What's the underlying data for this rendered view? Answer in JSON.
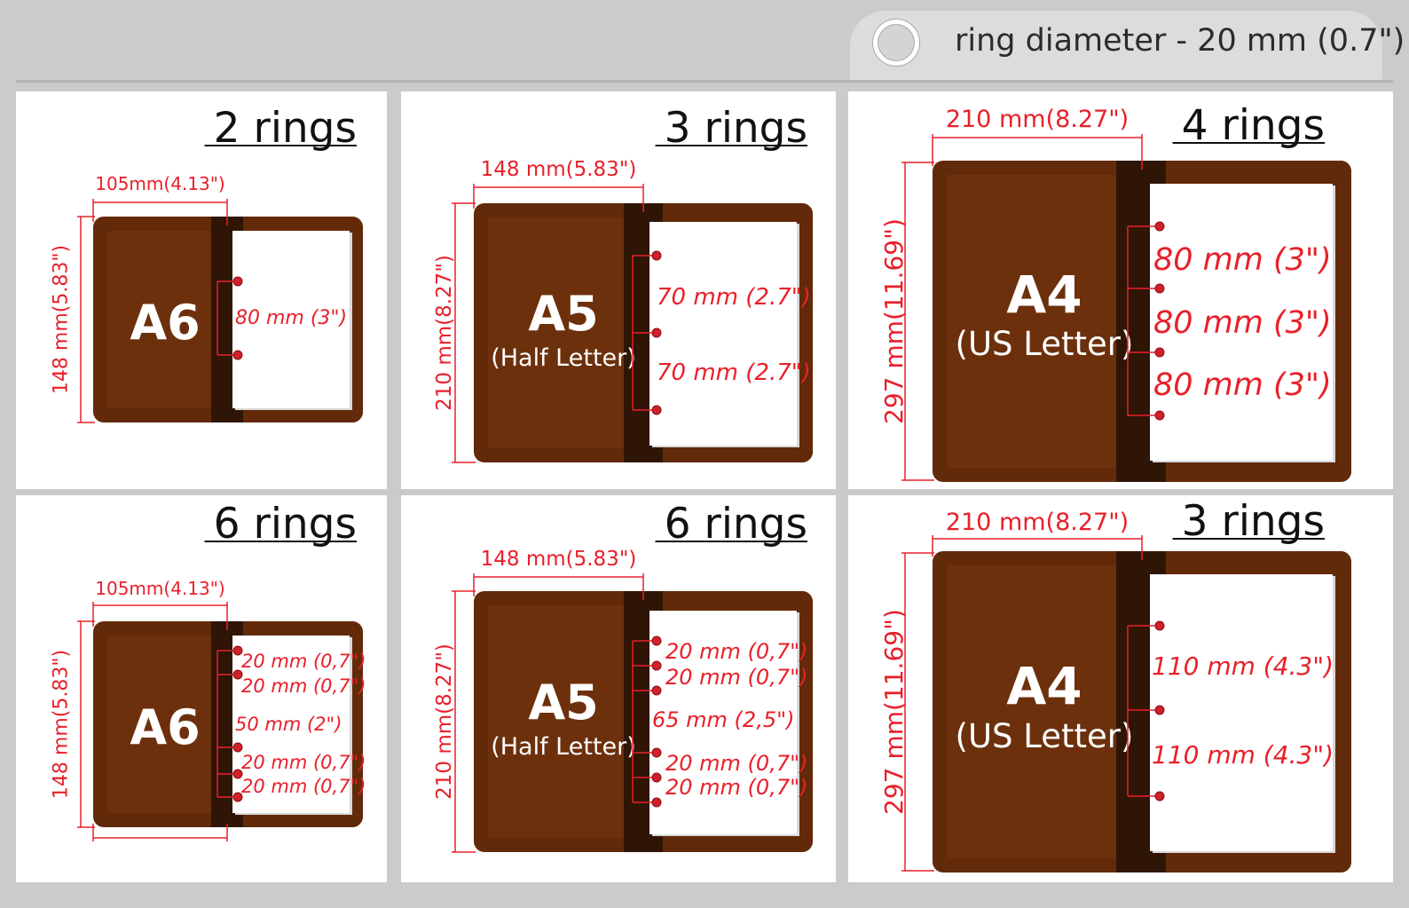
{
  "legend": {
    "text": "ring diameter - 20 mm (0.7\")",
    "icon": "ring-icon"
  },
  "colors": {
    "cover": "#6a2e0b",
    "cover_inner": "#622a09",
    "spine": "#2f1505",
    "dimension": "#e8202a",
    "ring": "#d0202a"
  },
  "panels": [
    {
      "id": "a6-2-rings",
      "title": "2 rings",
      "size": "A6",
      "subtitle": "",
      "width_label": "105mm(4.13\")",
      "height_label": "148 mm(5.83\")",
      "rings": 2,
      "spacing_labels": [
        "80 mm (3\")"
      ]
    },
    {
      "id": "a5-3-rings",
      "title": "3 rings",
      "size": "A5",
      "subtitle": "(Half Letter)",
      "width_label": "148 mm(5.83\")",
      "height_label": "210 mm(8.27\")",
      "rings": 3,
      "spacing_labels": [
        "70 mm (2.7\")",
        "70 mm (2.7\")"
      ]
    },
    {
      "id": "a4-4-rings",
      "title": "4 rings",
      "size": "A4",
      "subtitle": "(US Letter)",
      "width_label": "210 mm(8.27\")",
      "height_label": "297 mm(11.69\")",
      "rings": 4,
      "spacing_labels": [
        "80 mm (3\")",
        "80 mm (3\")",
        "80 mm (3\")"
      ]
    },
    {
      "id": "a6-6-rings",
      "title": "6 rings",
      "size": "A6",
      "subtitle": "",
      "width_label": "105mm(4.13\")",
      "height_label": "148 mm(5.83\")",
      "rings": 6,
      "spacing_labels": [
        "20 mm (0,7\")",
        "20 mm (0,7\")",
        "50 mm (2\")",
        "20 mm (0,7\")",
        "20 mm (0,7\")"
      ]
    },
    {
      "id": "a5-6-rings",
      "title": "6 rings",
      "size": "A5",
      "subtitle": "(Half Letter)",
      "width_label": "148 mm(5.83\")",
      "height_label": "210 mm(8.27\")",
      "rings": 6,
      "spacing_labels": [
        "20 mm (0,7\")",
        "20 mm (0,7\")",
        "65 mm (2,5\")",
        "20 mm (0,7\")",
        "20 mm (0,7\")"
      ]
    },
    {
      "id": "a4-3-rings",
      "title": "3 rings",
      "size": "A4",
      "subtitle": "(US Letter)",
      "width_label": "210 mm(8.27\")",
      "height_label": "297 mm(11.69\")",
      "rings": 3,
      "spacing_labels": [
        "110 mm (4.3\")",
        "110 mm (4.3\")"
      ]
    }
  ]
}
